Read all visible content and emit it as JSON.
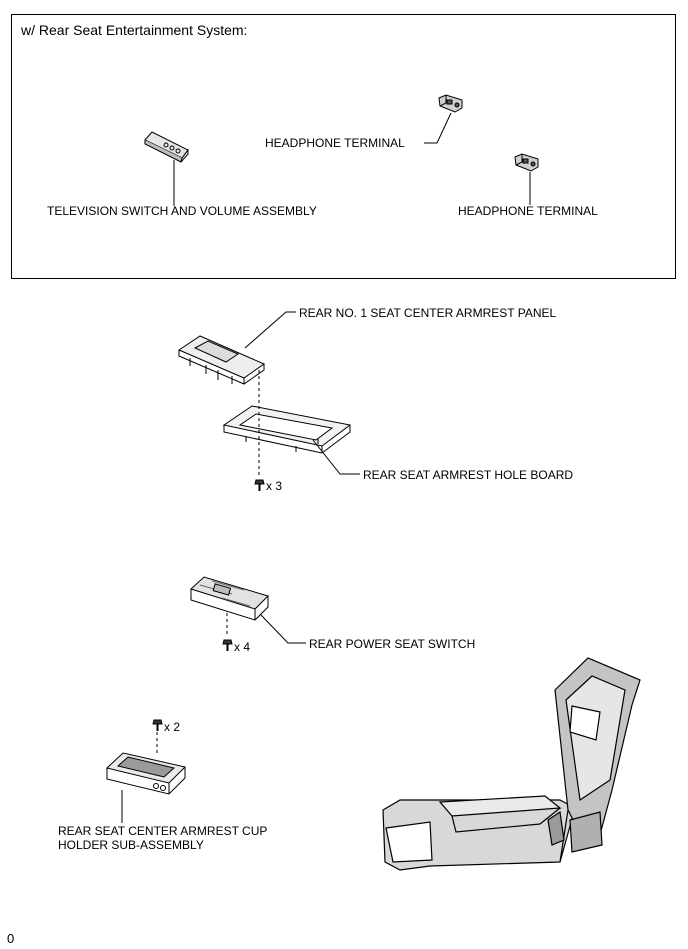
{
  "box": {
    "title": "w/ Rear Seat Entertainment System:"
  },
  "labels": {
    "headphone_terminal_1": "HEADPHONE TERMINAL",
    "headphone_terminal_2": "HEADPHONE TERMINAL",
    "tv_switch": "TELEVISION SWITCH AND VOLUME ASSEMBLY",
    "armrest_panel": "REAR NO. 1 SEAT CENTER ARMREST PANEL",
    "hole_board": "REAR SEAT ARMREST HOLE BOARD",
    "power_seat_switch": "REAR POWER SEAT SWITCH",
    "cup_holder_line1": "REAR SEAT CENTER ARMREST CUP",
    "cup_holder_line2": "HOLDER SUB-ASSEMBLY"
  },
  "quantities": {
    "hole_board_screws": "x 3",
    "power_switch_screws": "x 4",
    "cup_holder_screws": "x 2"
  },
  "reference": "0"
}
